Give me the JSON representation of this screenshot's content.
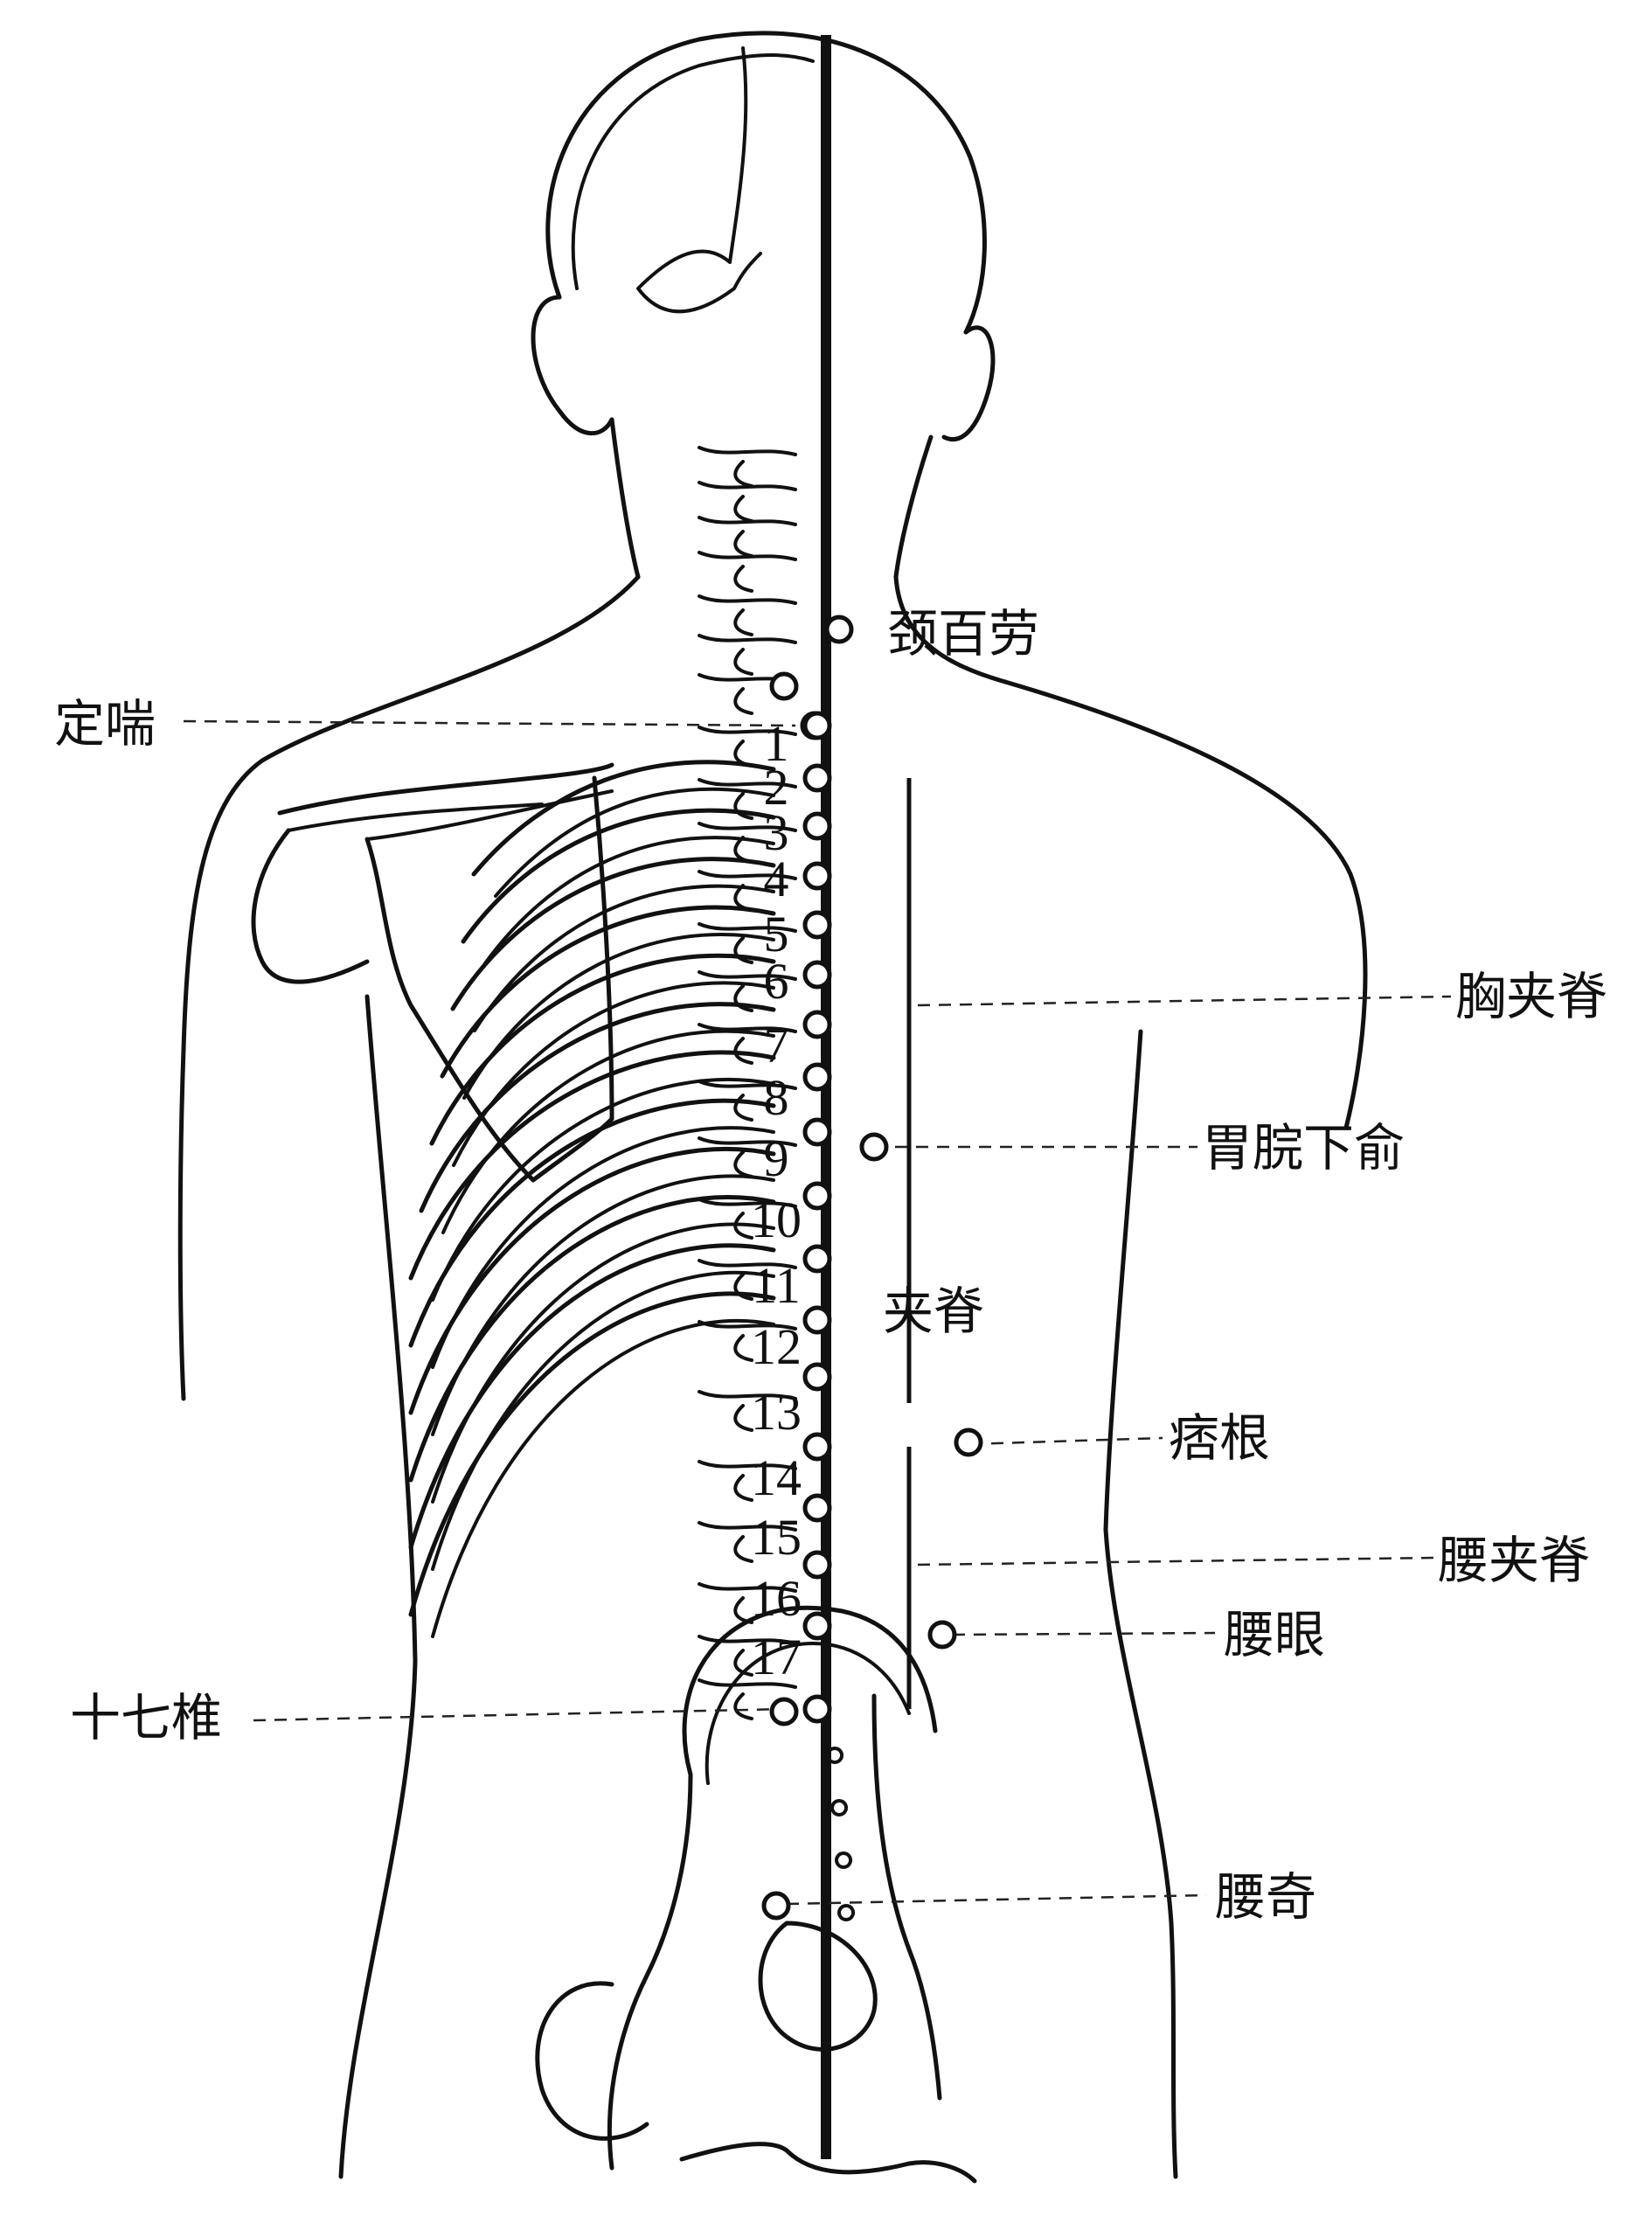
{
  "labels": {
    "jing_bai_lao": "颈百劳",
    "ding_chuan": "定喘",
    "xiong_jia_ji": "胸夹脊",
    "wei_wan_xia_shu": "胃脘下俞",
    "jia_ji": "夹脊",
    "pi_gen": "痞根",
    "yao_jia_ji": "腰夹脊",
    "yao_yan": "腰眼",
    "shi_qi_zhui": "十七椎",
    "yao_qi": "腰奇"
  },
  "vertebra_numbers": [
    "1",
    "2",
    "3",
    "4",
    "5",
    "6",
    "7",
    "8",
    "9",
    "10",
    "11",
    "12",
    "13",
    "14",
    "15",
    "16",
    "17"
  ]
}
